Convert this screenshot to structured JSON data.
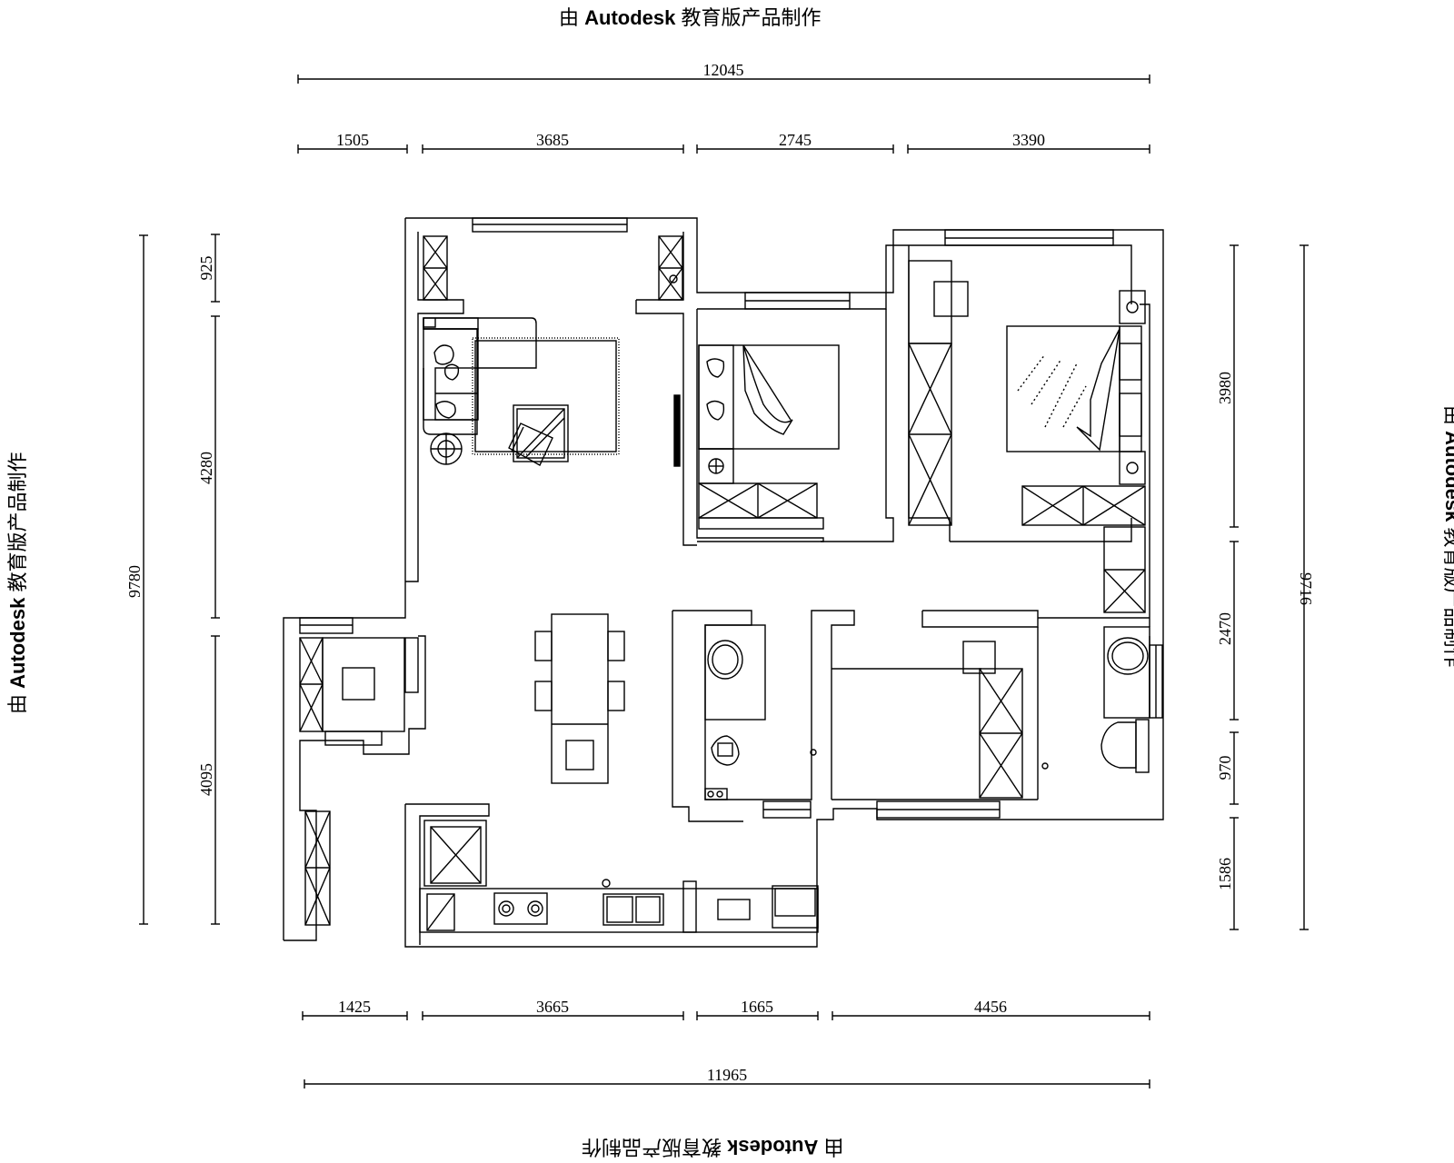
{
  "watermark": {
    "prefix": "由",
    "brand": "Autodesk",
    "suffix": "教育版产品制作"
  },
  "dimensions": {
    "top_total": "12045",
    "top_segments": [
      "1505",
      "3685",
      "2745",
      "3390"
    ],
    "bottom_total": "11965",
    "bottom_segments": [
      "1425",
      "3665",
      "1665",
      "4456"
    ],
    "left_total": "9780",
    "left_segments": [
      "925",
      "4280",
      "4095"
    ],
    "right_total": "9716",
    "right_segments": [
      "3980",
      "2470",
      "970",
      "1586"
    ]
  }
}
